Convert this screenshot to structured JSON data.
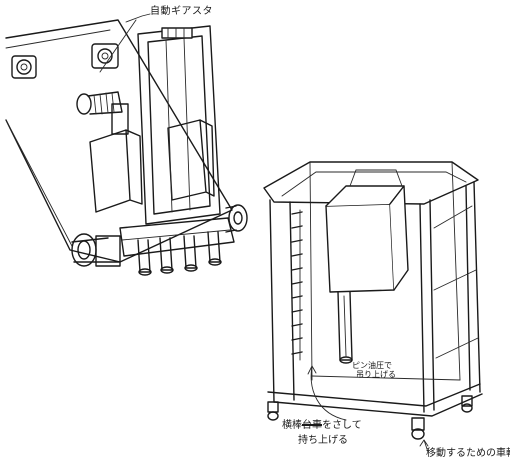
{
  "labels": {
    "top_callout": "自動ギアスタ",
    "pin_note_line1": "ピン油圧で",
    "pin_note_line2": "吊り上げる",
    "bar_note_prefix": "横棒",
    "bar_note_struck": "台車",
    "bar_note_suffix": "をさして",
    "bar_note_line2": "持ち上げる",
    "wheel_note": "移動するための車輪"
  },
  "colors": {
    "ink": "#1a1a1a",
    "paper": "#ffffff"
  }
}
